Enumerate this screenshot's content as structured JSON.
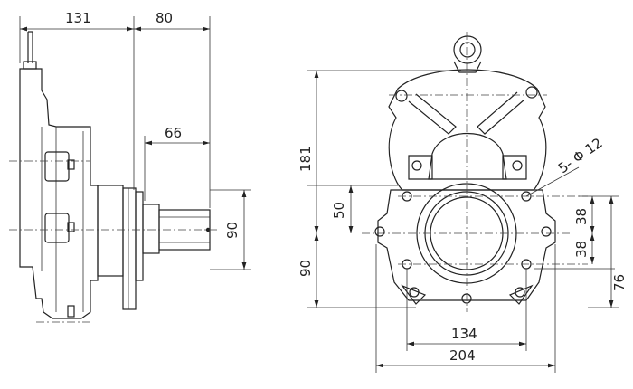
{
  "dimensions": {
    "side_total_width": "131",
    "side_shaft_width": "80",
    "side_shaft_length": "66",
    "side_shaft_diameter": "90",
    "front_upper_height": "181",
    "front_hole_offset": "50",
    "front_lower_height": "90",
    "front_right_upper": "38",
    "front_right_lower": "38",
    "front_right_total": "76",
    "front_hole_span": "134",
    "front_total_width": "204",
    "hole_callout": "5- Φ 12"
  }
}
